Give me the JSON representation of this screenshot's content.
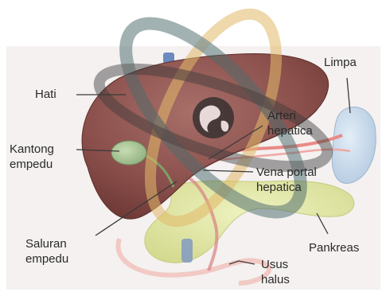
{
  "labels": {
    "hati": "Hati",
    "limpa": "Limpa",
    "kantong_empedu": [
      "Kantong",
      "empedu"
    ],
    "arteri_hepatica": [
      "Arteri",
      "hepatica"
    ],
    "vena_portal_hepatica": [
      "Vena portal",
      "hepatica"
    ],
    "saluran_empedu": [
      "Saluran",
      "empedu"
    ],
    "pankreas": "Pankreas",
    "usus_halus": [
      "Usus",
      "halus"
    ]
  },
  "icons": {
    "watermark": "globe-icon"
  },
  "colors": {
    "liver": "#8a4f4b",
    "pancreas": "#e2e6a8",
    "spleen": "#c8d9ea",
    "gallbladder": "#a9c592",
    "artery": "#e98a86",
    "watermark_gold": "#e2b86a",
    "watermark_teal": "#4d6b6c"
  }
}
